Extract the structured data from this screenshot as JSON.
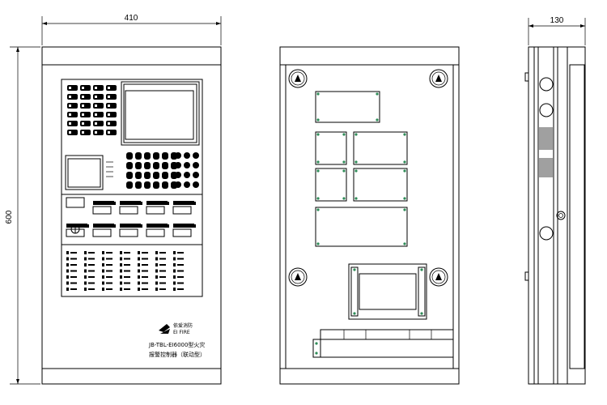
{
  "dimensions": {
    "front_width": "410",
    "height": "600",
    "side_depth": "130"
  },
  "panel": {
    "brand_line_1": "依爱消防",
    "brand_line_2": "EI FIRE",
    "model_line_1": "JB-TBL-EI6000型火灾",
    "model_line_2": "报警控制器（联动型）"
  },
  "views": [
    "front-view",
    "rear-view",
    "side-view"
  ],
  "colors": {
    "line": "#000000",
    "background": "#ffffff",
    "fastener_accent": "#2e8b57"
  },
  "icons": [
    "fire-brand-logo-icon",
    "key-switch-icon",
    "mounting-hole-icon",
    "ground-screw-icon"
  ]
}
